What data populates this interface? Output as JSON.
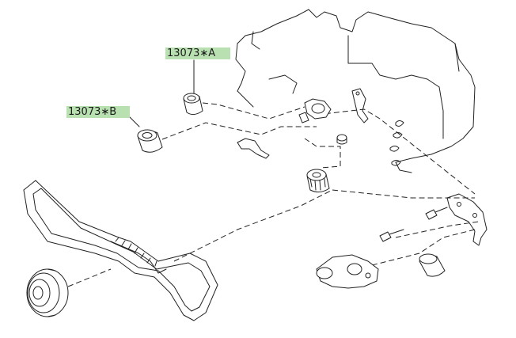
{
  "diagram": {
    "highlight_color": "#b8e0b0",
    "callouts": [
      {
        "id": "callout-a",
        "label": "13073∗A",
        "part": "idler-pulley-a"
      },
      {
        "id": "callout-b",
        "label": "13073∗B",
        "part": "idler-pulley-b"
      }
    ]
  }
}
